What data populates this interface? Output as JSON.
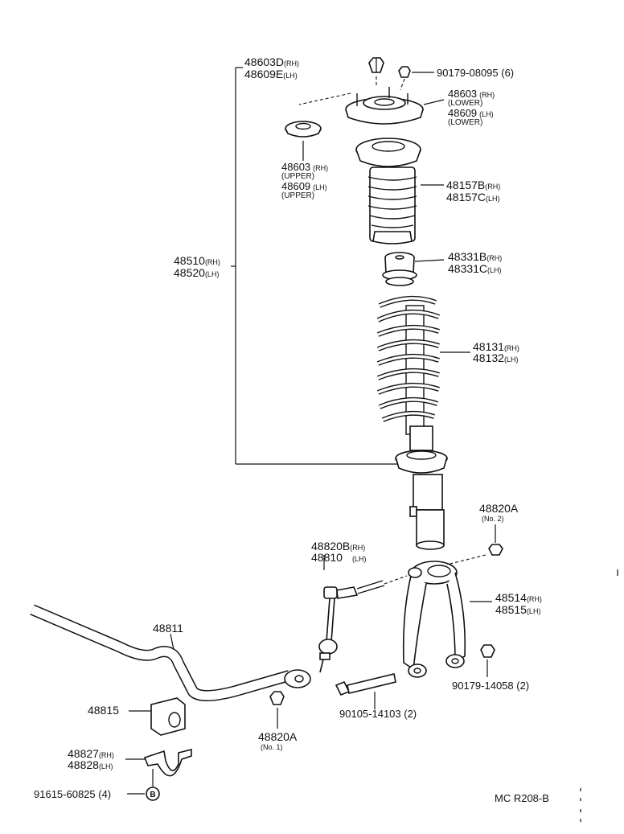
{
  "labels": {
    "nut_upper": {
      "rh": "48603D",
      "rh_suffix": "(RH)",
      "lh": "48609E",
      "lh_suffix": "(LH)"
    },
    "nut_small": {
      "text": "90179-08095 (6)"
    },
    "support_lower": {
      "rh": "48603",
      "rh_suffix": "(RH)",
      "rh_note": "(LOWER)",
      "lh": "48609",
      "lh_suffix": "(LH)",
      "lh_note": "(LOWER)"
    },
    "support_upper": {
      "rh": "48603",
      "rh_suffix": "(RH)",
      "rh_note": "(UPPER)",
      "lh": "48609",
      "lh_suffix": "(LH)",
      "lh_note": "(UPPER)"
    },
    "bellows": {
      "rh": "48157B",
      "rh_suffix": "(RH)",
      "lh": "48157C",
      "lh_suffix": "(LH)"
    },
    "bumper": {
      "rh": "48331B",
      "rh_suffix": "(RH)",
      "lh": "48331C",
      "lh_suffix": "(LH)"
    },
    "assembly": {
      "rh": "48510",
      "rh_suffix": "(RH)",
      "lh": "48520",
      "lh_suffix": "(LH)"
    },
    "spring": {
      "rh": "48131",
      "rh_suffix": "(RH)",
      "lh": "48132",
      "lh_suffix": "(LH)"
    },
    "cushion_no2": {
      "text": "48820A",
      "note": "(No. 2)"
    },
    "link": {
      "rh": "48820B",
      "rh_suffix": "(RH)",
      "lh": "48810",
      "lh_suffix": "(LH)"
    },
    "fork": {
      "rh": "48514",
      "rh_suffix": "(RH)",
      "lh": "48515",
      "lh_suffix": "(LH)"
    },
    "stabilizer_bar": {
      "text": "48811"
    },
    "nut_fork": {
      "text": "90179-14058 (2)"
    },
    "bushing": {
      "text": "48815"
    },
    "bolt": {
      "text": "90105-14103 (2)"
    },
    "cushion_no1": {
      "text": "48820A",
      "note": "(No. 1)"
    },
    "bracket": {
      "rh": "48827",
      "rh_suffix": "(RH)",
      "lh": "48828",
      "lh_suffix": "(LH)"
    },
    "bracket_bolt": {
      "text": "91615-60825 (4)",
      "marker": "B"
    },
    "figure_code": {
      "text": "MC R208-B"
    }
  },
  "icons": [
    "hex-nut-icon",
    "bolt-icon",
    "coil-spring-icon",
    "bellows-icon",
    "strut-icon"
  ]
}
